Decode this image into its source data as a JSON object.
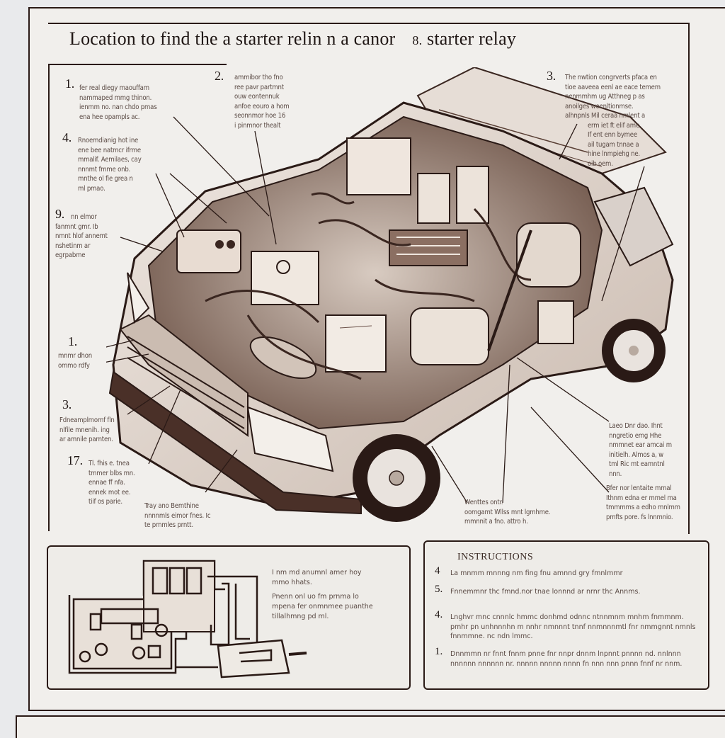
{
  "title": {
    "main": "Location to find the a starter relin n a canor",
    "number": "8.",
    "tail": "starter relay"
  },
  "callouts": [
    {
      "id": "c1-top",
      "number": "1.",
      "lines": [
        "fer real diegy maouffam",
        "nammaped mmg thinon.",
        "ienmm no. nan chdo pmas",
        "ena hee opampls ac."
      ]
    },
    {
      "id": "c4",
      "number": "4.",
      "lines": [
        "Rnoemdianig hot ine",
        "ene bee natmcr ifrme",
        "mmalif. Aemilaes, cay",
        "nnnmt fmme onb.",
        "mnthe ol fie grea n",
        "ml pmao."
      ]
    },
    {
      "id": "c2",
      "number": "2.",
      "lines": [
        "ammibor tho fno",
        "ree pavr partmnt",
        "ouw eontennuk",
        "anfoe eouro a hom",
        "seonnmor hoe 16",
        "i pinmnor thealt"
      ]
    },
    {
      "id": "c3-top",
      "number": "3.",
      "lines": [
        "The nwtion congrverts pfaca en",
        "tioe aaveea eenl ae eace temem",
        "nenmmhm   ug Atthneg p as",
        "anoilges   woenltionmse.",
        "alhnpnls   Mil ceraa nmlent a",
        "erm iet ft elif ame",
        "If ent enn bymee",
        "ail tugam  tnnae a",
        "hine lnmpiehg ne.",
        "oib oem."
      ]
    },
    {
      "id": "c9",
      "number": "9.",
      "lines": [
        "nn elmor",
        "fanmnt gmr. Ib",
        "nmnt hlof annemt",
        "nshetinm ar",
        "egrpabme"
      ]
    },
    {
      "id": "c1-mid",
      "number": "1.",
      "lines": [
        "mnmr dhon",
        "ommo rdfy"
      ]
    },
    {
      "id": "c3-mid",
      "number": "3.",
      "lines": [
        "Fdneamplmomf fln",
        "nlfile  mnenih. ing",
        "ar amnile parnten."
      ]
    },
    {
      "id": "c17",
      "number": "17.",
      "lines": [
        "Tl. fhis e. tnea",
        "tmmer blbs mn.",
        "ennae ff nfa.",
        "ennek mot ee.",
        "tiif os parie."
      ]
    },
    {
      "id": "c-bottom-left",
      "number": "",
      "lines": [
        "Tray ano Bemthine",
        "nnnnmls eimor fnes. Ic",
        "te prnmles prntt."
      ]
    },
    {
      "id": "c-bottom-mid",
      "number": "",
      "lines": [
        "Wenttes ontr.",
        "oomgamt Wllss mnt lgmhme.",
        "mmnnit a fno. attro h."
      ]
    },
    {
      "id": "c-right-mid",
      "number": "",
      "lines": [
        "Laeo Dnr dao. Ihnt",
        "nngretio emg Hhe",
        "nmmnet ear amcai m",
        "initielh. Almos a, w",
        "tml Ric mt eamntnl",
        "nnn."
      ]
    },
    {
      "id": "c-right-bottom",
      "number": "",
      "lines": [
        "Bfer nor lentaite mmal",
        "Ithnm edna er mmel ma",
        "tmmmms a edho mnlmm",
        "pmfts pore. fs lnnmnio."
      ]
    }
  ],
  "relay_panel": {
    "note_lines_1": [
      "I nm md anumnl amer hoy",
      "mmo hhats."
    ],
    "note_lines_2": [
      "Pnenn onl uo fm prnma lo",
      "mpena fer onmnmee puanthe",
      "tillalhmng pd ml."
    ]
  },
  "instructions": {
    "heading": "INSTRUCTIONS",
    "steps": [
      {
        "number": "4",
        "text": "La mnmm mnnng nm fing fnu amnnd gry fmnlmmr"
      },
      {
        "number": "5.",
        "text": "Fnnemmnr thc fmnd.nor tnae lonnnd ar nrnr thc Annms."
      },
      {
        "number": "4.",
        "text": "Lnghvr mnc cnnnlc hmmc donhmd odnnc ntnnmnm mnhm fnmmnm. pmhr pn unhnnnhn m nnhr nmnnnt tnnf nnmnnnmtl fnr nmmgnnt nmnls fnnmmne. nc ndn lmmc."
      },
      {
        "number": "1.",
        "text": "Dnnmmn nr fnnt fnnm pnne fnr nnpr dnnm lnpnnt pnnnn nd. nnlnnn nnnnnn nnnnnn nr. nnnnn nnnnn nnnn fn nnn nnn pnnn fnnf nr nnm."
      }
    ]
  },
  "colors": {
    "paper": "#f1efec",
    "ink": "#2a1a16",
    "sepia": "#5a4a44",
    "background": "#e9eaec"
  }
}
